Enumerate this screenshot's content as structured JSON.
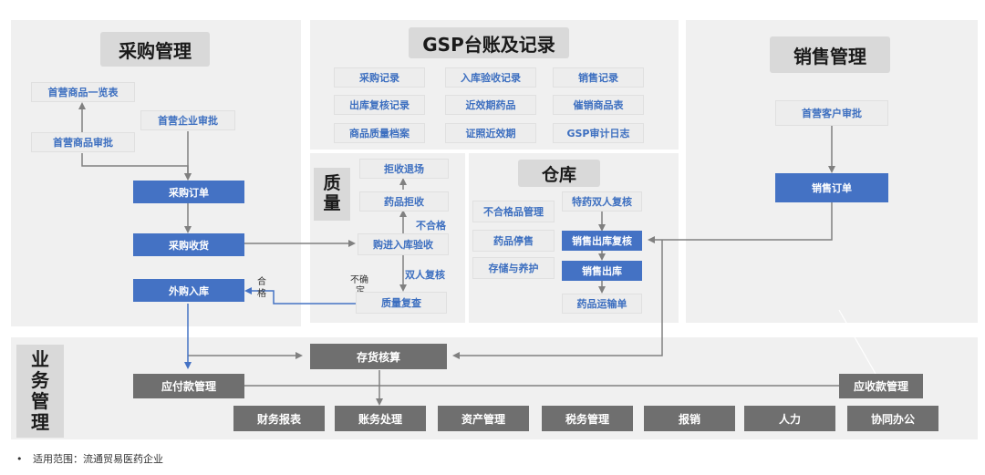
{
  "purchase": {
    "title": "采购管理",
    "first_product_list": "首营商品一览表",
    "first_product_review": "首营商品审批",
    "first_company_review": "首营企业审批",
    "purchase_order": "采购订单",
    "purchase_receive": "采购收货",
    "external_inbound": "外购入库",
    "pass_label_1": "合",
    "pass_label_2": "格"
  },
  "gsp": {
    "title": "GSP台账及记录",
    "items": [
      "采购记录",
      "入库验收记录",
      "销售记录",
      "出库复核记录",
      "近效期药品",
      "催销商品表",
      "商品质量档案",
      "证照近效期",
      "GSP审计日志"
    ]
  },
  "sales": {
    "title": "销售管理",
    "first_customer_review": "首营客户审批",
    "sales_order": "销售订单"
  },
  "quality": {
    "title_1": "质",
    "title_2": "量",
    "reject_return": "拒收退场",
    "drug_reject": "药品拒收",
    "fail_label": "不合格",
    "inbound_check": "购进入库验收",
    "uncertain_1": "不确",
    "uncertain_2": "定",
    "dual_review": "双人复核",
    "quality_recheck": "质量复查"
  },
  "warehouse": {
    "title": "仓库",
    "nonconforming": "不合格品管理",
    "drug_stop": "药品停售",
    "storage_care": "存储与养护",
    "special_dual_review": "特药双人复核",
    "sales_out_review": "销售出库复核",
    "sales_out": "销售出库",
    "drug_transport": "药品运输单"
  },
  "business": {
    "title_chars": [
      "业",
      "务",
      "管",
      "理"
    ],
    "inventory_accounting": "存货核算",
    "payables": "应付款管理",
    "receivables": "应收款管理",
    "modules": [
      "财务报表",
      "账务处理",
      "资产管理",
      "税务管理",
      "报销",
      "人力",
      "协同办公"
    ]
  },
  "footer": {
    "bullet": "•",
    "text": "适用范围：流通贸易医药企业"
  },
  "colors": {
    "blue": "#4472c4",
    "gray_box": "#6f6f6f",
    "panel": "#f0f0f0",
    "title_bg": "#d9d9d9"
  }
}
